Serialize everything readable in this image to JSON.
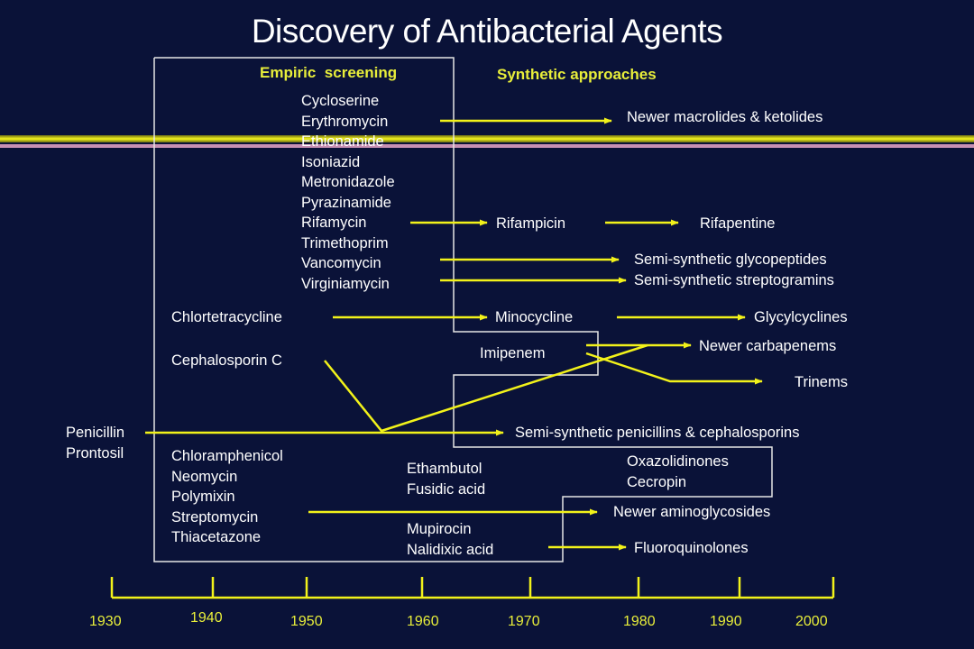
{
  "title": "Discovery of Antibacterial Agents",
  "headings": {
    "empiric": "Empiric  screening",
    "synthetic": "Synthetic approaches"
  },
  "agents": {
    "group_1950s": [
      "Cycloserine",
      "Erythromycin",
      "Ethionamide",
      "Isoniazid",
      "Metronidazole",
      "Pyrazinamide",
      "Rifamycin",
      "Trimethoprim",
      "Vancomycin",
      "Virginiamycin"
    ],
    "chlortetracycline": "Chlortetracycline",
    "cephalosporin": "Cephalosporin C",
    "early": [
      "Penicillin",
      "Prontosil"
    ],
    "group_1940s": [
      "Chloramphenicol",
      "Neomycin",
      "Polymixin",
      "Streptomycin",
      "Thiacetazone"
    ],
    "group_1960s_a": [
      "Ethambutol",
      "Fusidic acid"
    ],
    "group_1960s_b": [
      "Mupirocin",
      "Nalidixic acid"
    ],
    "imipenem": "Imipenem",
    "group_1980s": [
      "Oxazolidinones",
      "Cecropin"
    ]
  },
  "derived": {
    "macrolides": "Newer macrolides & ketolides",
    "rifampicin": "Rifampicin",
    "rifapentine": "Rifapentine",
    "glycopeptides": "Semi-synthetic glycopeptides",
    "streptogramins": "Semi-synthetic streptogramins",
    "minocycline": "Minocycline",
    "glycylcyclines": "Glycylcyclines",
    "carbapenems": "Newer carbapenems",
    "trinems": "Trinems",
    "penicillins": "Semi-synthetic penicillins & cephalosporins",
    "aminoglycosides": "Newer aminoglycosides",
    "fluoroquinolones": "Fluoroquinolones"
  },
  "timeline": [
    "1930",
    "1940",
    "1950",
    "1960",
    "1970",
    "1980",
    "1990",
    "2000"
  ],
  "colors": {
    "background": "#0a1238",
    "accent": "#f2f21a",
    "text": "#ffffff",
    "heading": "#e8ee3a",
    "band_pink": "#c890b4"
  }
}
